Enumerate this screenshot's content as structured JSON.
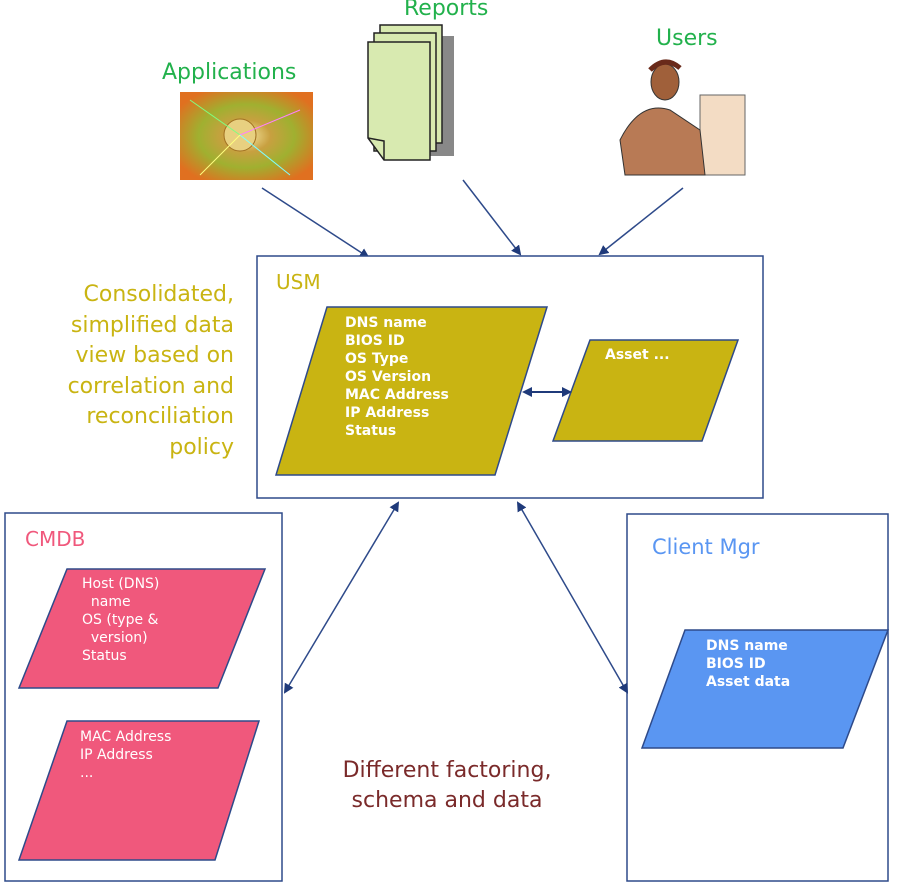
{
  "top": {
    "applications": "Applications",
    "reports": "Reports",
    "users": "Users"
  },
  "side_note": [
    "Consolidated,",
    "simplified data",
    "view based on",
    "correlation and",
    "reconciliation",
    "policy"
  ],
  "usm": {
    "title": "USM",
    "main_fields": [
      "DNS name",
      "BIOS ID",
      "OS Type",
      "OS Version",
      "MAC Address",
      "IP Address",
      "Status"
    ],
    "asset_label": "Asset ..."
  },
  "cmdb": {
    "title": "CMDB",
    "box1": [
      "Host (DNS)",
      "  name",
      "OS (type &",
      "  version)",
      "Status"
    ],
    "box2": [
      "MAC Address",
      "IP Address",
      "..."
    ]
  },
  "client_mgr": {
    "title": "Client Mgr",
    "fields": [
      "DNS name",
      "BIOS ID",
      "Asset data"
    ]
  },
  "bottom_note": [
    "Different factoring,",
    "schema and data"
  ],
  "colors": {
    "green": "#22b14c",
    "olive": "#c9b412",
    "pink": "#f0587c",
    "blue": "#5a96f2",
    "maroon": "#7a2a2a",
    "line": "#2e4a8a"
  }
}
